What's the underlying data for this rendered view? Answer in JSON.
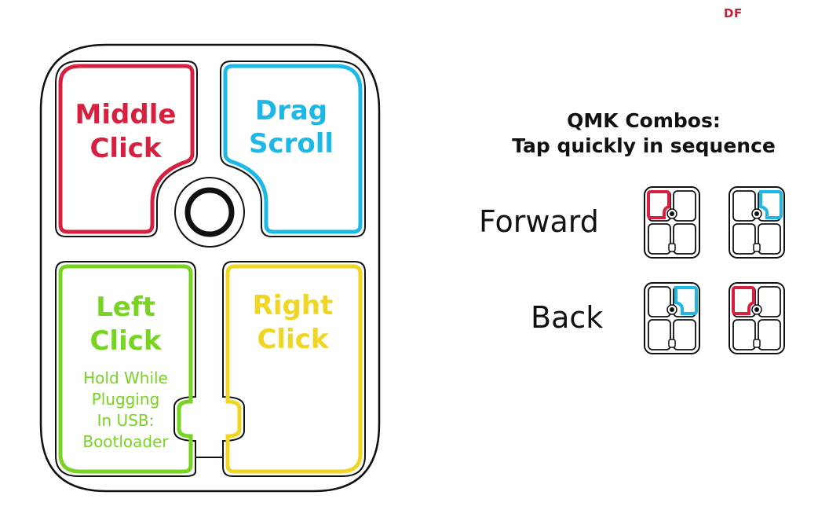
{
  "brand": {
    "logo_text": "DF",
    "logo_color": "#c41e3a"
  },
  "colors": {
    "middle": "#d6203f",
    "drag": "#1eb8e6",
    "left": "#77d420",
    "right": "#f0d523",
    "outline": "#111111"
  },
  "buttons": {
    "middle": {
      "line1": "Middle",
      "line2": "Click"
    },
    "drag": {
      "line1": "Drag",
      "line2": "Scroll"
    },
    "left": {
      "line1": "Left",
      "line2": "Click",
      "note": [
        "Hold While",
        "Plugging",
        "In USB:",
        "Bootloader"
      ]
    },
    "right": {
      "line1": "Right",
      "line2": "Click"
    }
  },
  "combos": {
    "title_line1": "QMK Combos:",
    "title_line2": "Tap quickly in sequence",
    "rows": [
      {
        "label": "Forward",
        "sequence": [
          "middle",
          "drag"
        ]
      },
      {
        "label": "Back",
        "sequence": [
          "drag",
          "middle"
        ]
      }
    ]
  }
}
